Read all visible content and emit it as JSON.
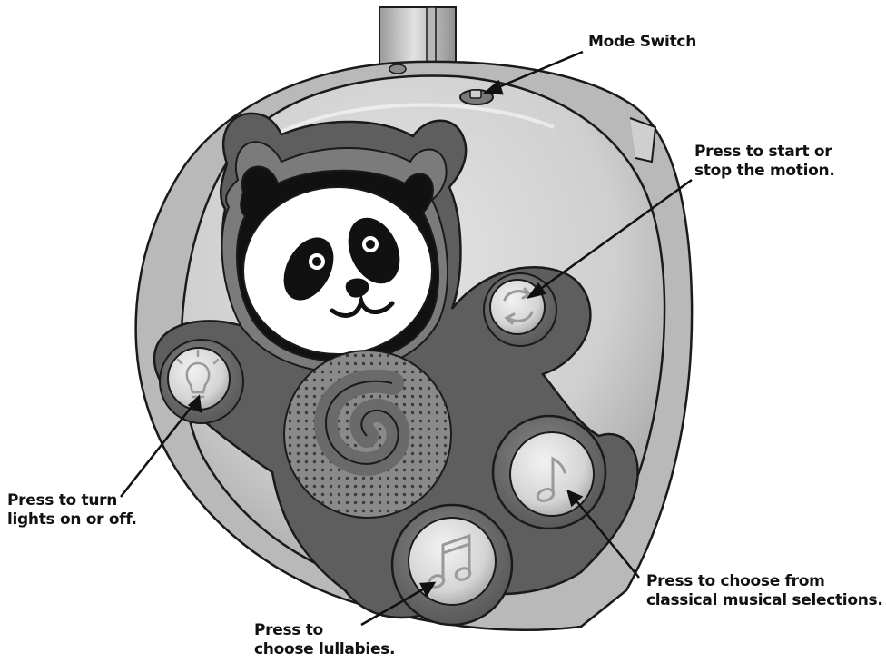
{
  "colors": {
    "body_light": "#d9d9d9",
    "body_mid": "#a9a9a9",
    "body_dark": "#6e6e6e",
    "bear_dark": "#5e5e5e",
    "button_light": "#e6e6e6",
    "outline": "#1a1a1a",
    "panda_black": "#111111",
    "panda_white": "#ffffff"
  },
  "icons": {
    "motion_button": "rotate-arrows-icon",
    "light_button": "light-bulb-icon",
    "classical_button": "single-music-note-icon",
    "lullaby_button": "double-music-note-icon",
    "speaker": "spiral-speaker-grille"
  },
  "labels": {
    "mode_switch": "Mode Switch",
    "motion": {
      "line1": "Press to start or",
      "line2": "stop the motion."
    },
    "lights": {
      "line1": "Press to turn",
      "line2": "lights on or off."
    },
    "classical": {
      "line1": "Press to choose from",
      "line2": "classical musical selections."
    },
    "lullabies": {
      "line1": "Press to",
      "line2": "choose lullabies."
    }
  }
}
